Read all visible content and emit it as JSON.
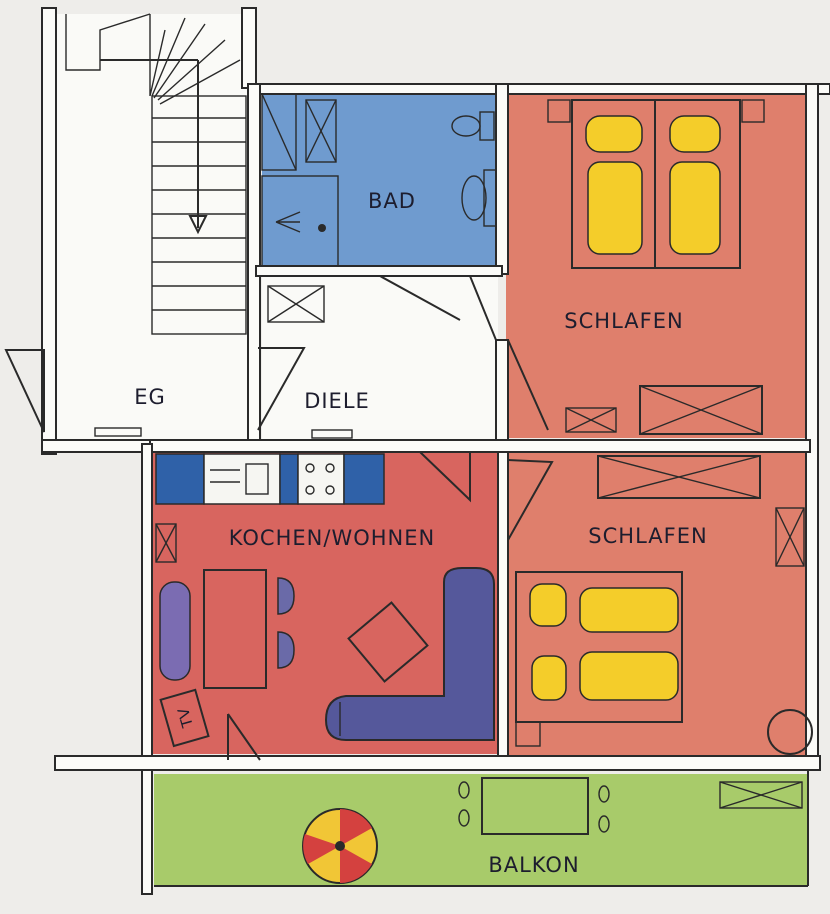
{
  "plan": {
    "rooms": {
      "bad": "BAD",
      "schlafen_1": "SCHLAFEN",
      "eg": "EG",
      "diele": "DIELE",
      "kochen_wohnen": "KOCHEN/WOHNEN",
      "schlafen_2": "SCHLAFEN",
      "balkon": "BALKON"
    },
    "tv_label": "TV"
  },
  "colors": {
    "bathroom": "#6f9bcf",
    "bedroom": "#df7f6c",
    "living": "#d8655f",
    "balcony": "#a8cb6a",
    "furniture_yellow": "#f4cd2a",
    "sofa": "#55589b",
    "paper": "#eeedea",
    "counter_blue": "#2f61a8"
  }
}
